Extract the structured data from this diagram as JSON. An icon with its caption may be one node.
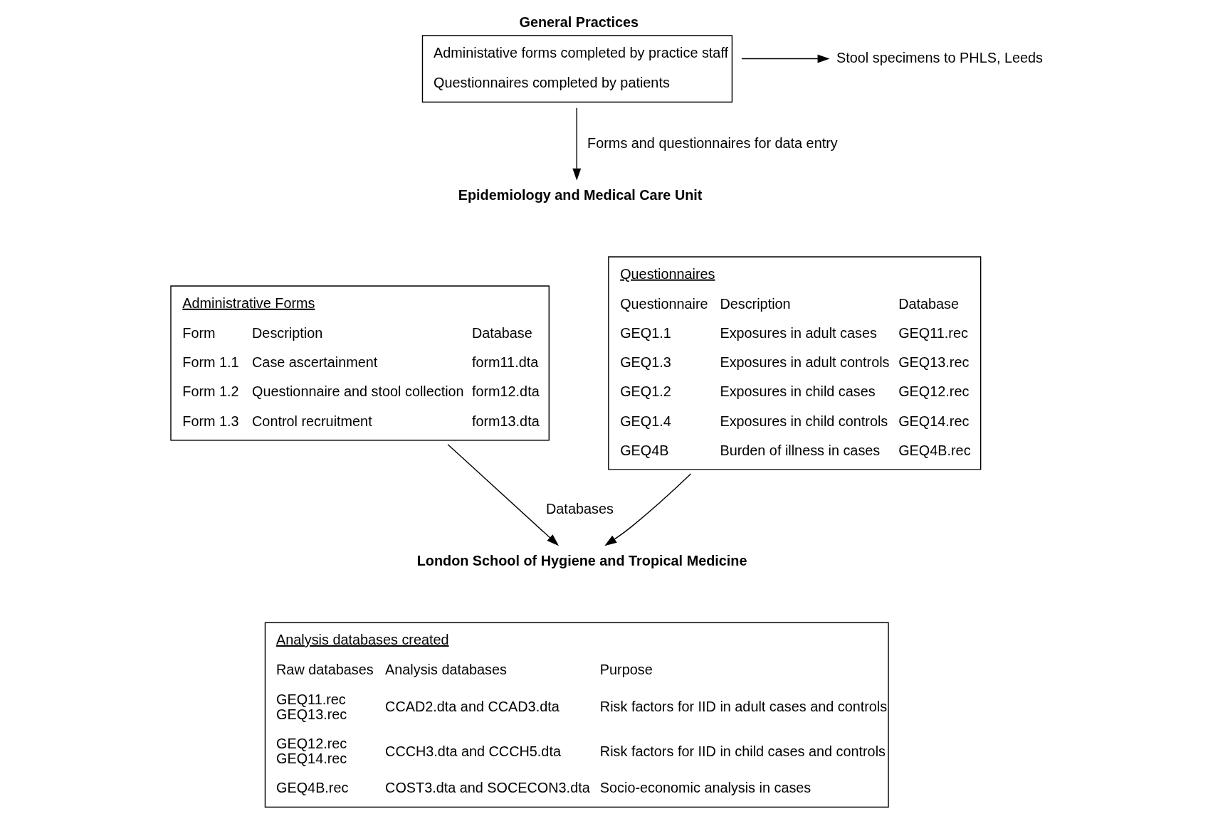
{
  "diagram": {
    "nodes": [
      {
        "text": [
          "General Practices",
          "Administative forms completed by practice staff",
          "Questionnaires completed by patients"
        ]
      },
      {
        "text": [
          "Stool specimens to PHLS, Leeds"
        ]
      },
      {
        "text": [
          "Epidemiology and Medical Care Unit"
        ]
      },
      {
        "text": [
          "Administrative Forms",
          "Form",
          "Description",
          "Database",
          "Form 1.1",
          "Case ascertainment",
          "form11.dta",
          "Form 1.2",
          "Questionnaire and stool collection",
          "form12.dta",
          "Form 1.3",
          "Control recruitment",
          "form13.dta"
        ]
      },
      {
        "text": [
          "Questionnaires",
          "Questionnaire",
          "Description",
          "Database",
          "GEQ1.1",
          "Exposures in adult cases",
          "GEQ11.rec",
          "GEQ1.3",
          "Exposures in adult controls",
          "GEQ13.rec",
          "GEQ1.2",
          "Exposures in child cases",
          "GEQ12.rec",
          "GEQ1.4",
          "Exposures in child controls",
          "GEQ14.rec",
          "GEQ4B",
          "Burden of illness in cases",
          "GEQ4B.rec"
        ]
      },
      {
        "text": [
          "London School of Hygiene and Tropical Medicine"
        ]
      },
      {
        "text": [
          "Analysis databases created",
          "Raw databases",
          "Analysis databases",
          "Purpose",
          "GEQ11.rec",
          "CCAD2.dta and CCAD3.dta",
          "Risk factors for IID in adult cases and controls",
          "GEQ13.rec",
          "GEQ12.rec",
          "CCCH3.dta and CCCH5.dta",
          "Risk factors for IID in child cases and controls",
          "GEQ14.rec",
          "GEQ4B.rec",
          "COST3.dta and SOCECON3.dta",
          "Socio-economic analysis in cases"
        ]
      }
    ],
    "edges": [
      {
        "from": 0,
        "to": 1,
        "arrow": "to"
      },
      {
        "from": 0,
        "to": 2,
        "arrow": "to",
        "label": "Forms and questionnaires for data entry"
      },
      {
        "from": 3,
        "to": 5,
        "arrow": "to",
        "label": "Databases"
      },
      {
        "from": 4,
        "to": 5,
        "arrow": "to"
      }
    ]
  }
}
